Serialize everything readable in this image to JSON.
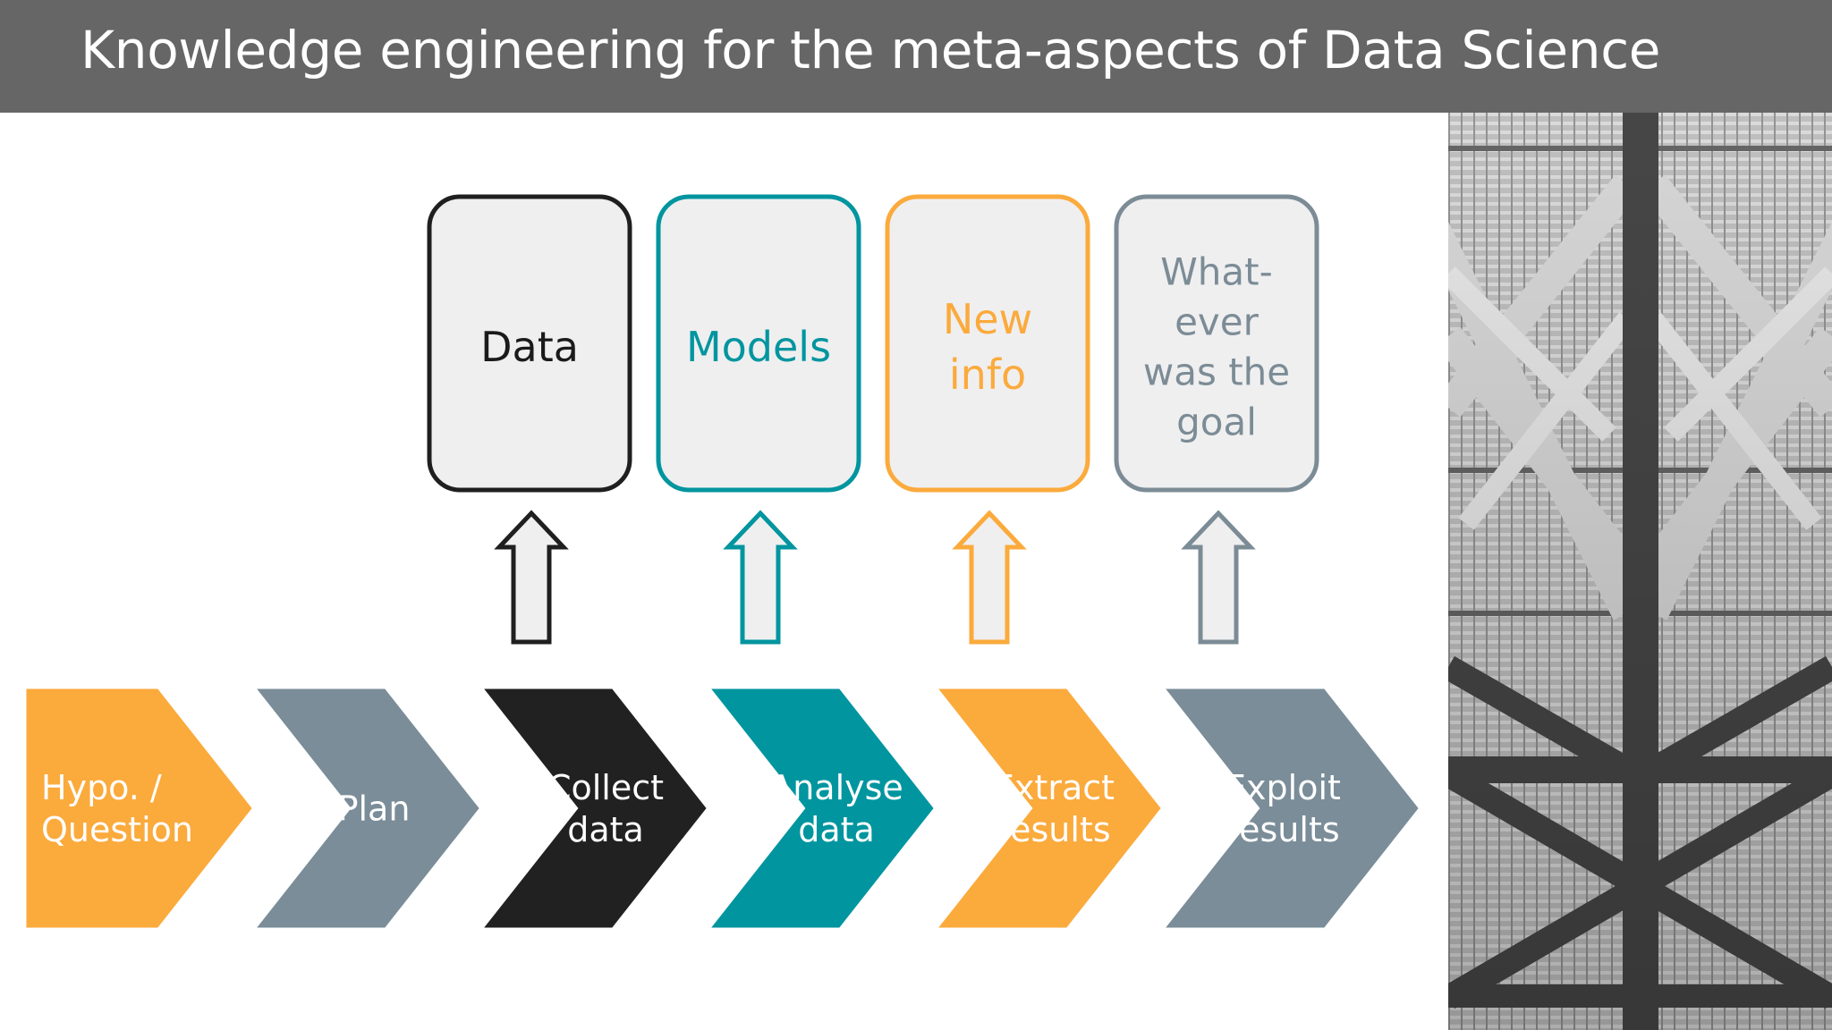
{
  "title": "Knowledge engineering for the meta-aspects of Data Science",
  "colors": {
    "title_bar": "#666666",
    "orange": "#fbaa3c",
    "slate": "#7a8d98",
    "black": "#212121",
    "teal": "#00959f",
    "box_fill": "#efeff0",
    "text_dark": "#1a1a1a",
    "text_grey": "#7c8c96"
  },
  "outputs": [
    {
      "lines": [
        "Data"
      ],
      "color": "#1f1f1f",
      "text_color": "#1a1a1a"
    },
    {
      "lines": [
        "Models"
      ],
      "color": "#00959f",
      "text_color": "#00959f"
    },
    {
      "lines": [
        "New",
        "info"
      ],
      "color": "#fbaa3c",
      "text_color": "#fbaa3c"
    },
    {
      "lines": [
        "What-",
        "ever",
        "was the",
        "goal"
      ],
      "color": "#7c8c96",
      "text_color": "#7c8c96"
    }
  ],
  "steps": [
    {
      "lines": [
        "Hypo. /",
        "Question"
      ],
      "color": "#fbaa3c"
    },
    {
      "lines": [
        "Plan"
      ],
      "color": "#7a8d98"
    },
    {
      "lines": [
        "Collect",
        "data"
      ],
      "color": "#212121"
    },
    {
      "lines": [
        "Analyse",
        "data"
      ],
      "color": "#00959f"
    },
    {
      "lines": [
        "Extract",
        "results"
      ],
      "color": "#fbaa3c"
    },
    {
      "lines": [
        "Exploit",
        "results"
      ],
      "color": "#7a8d98"
    }
  ],
  "photo": {
    "icon": "truss-structure-photo"
  }
}
